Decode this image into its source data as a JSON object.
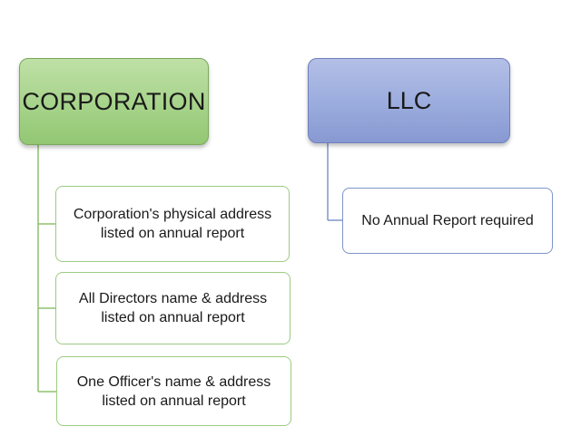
{
  "diagram": {
    "left": {
      "title": "CORPORATION",
      "color": "#a6d38a",
      "items": [
        "Corporation's physical address\nlisted on annual report",
        "All Directors name & address\nlisted on annual report",
        "One Officer's name & address\nlisted on annual report"
      ]
    },
    "right": {
      "title": "LLC",
      "color": "#9aabdd",
      "items": [
        "No Annual Report required"
      ]
    }
  }
}
